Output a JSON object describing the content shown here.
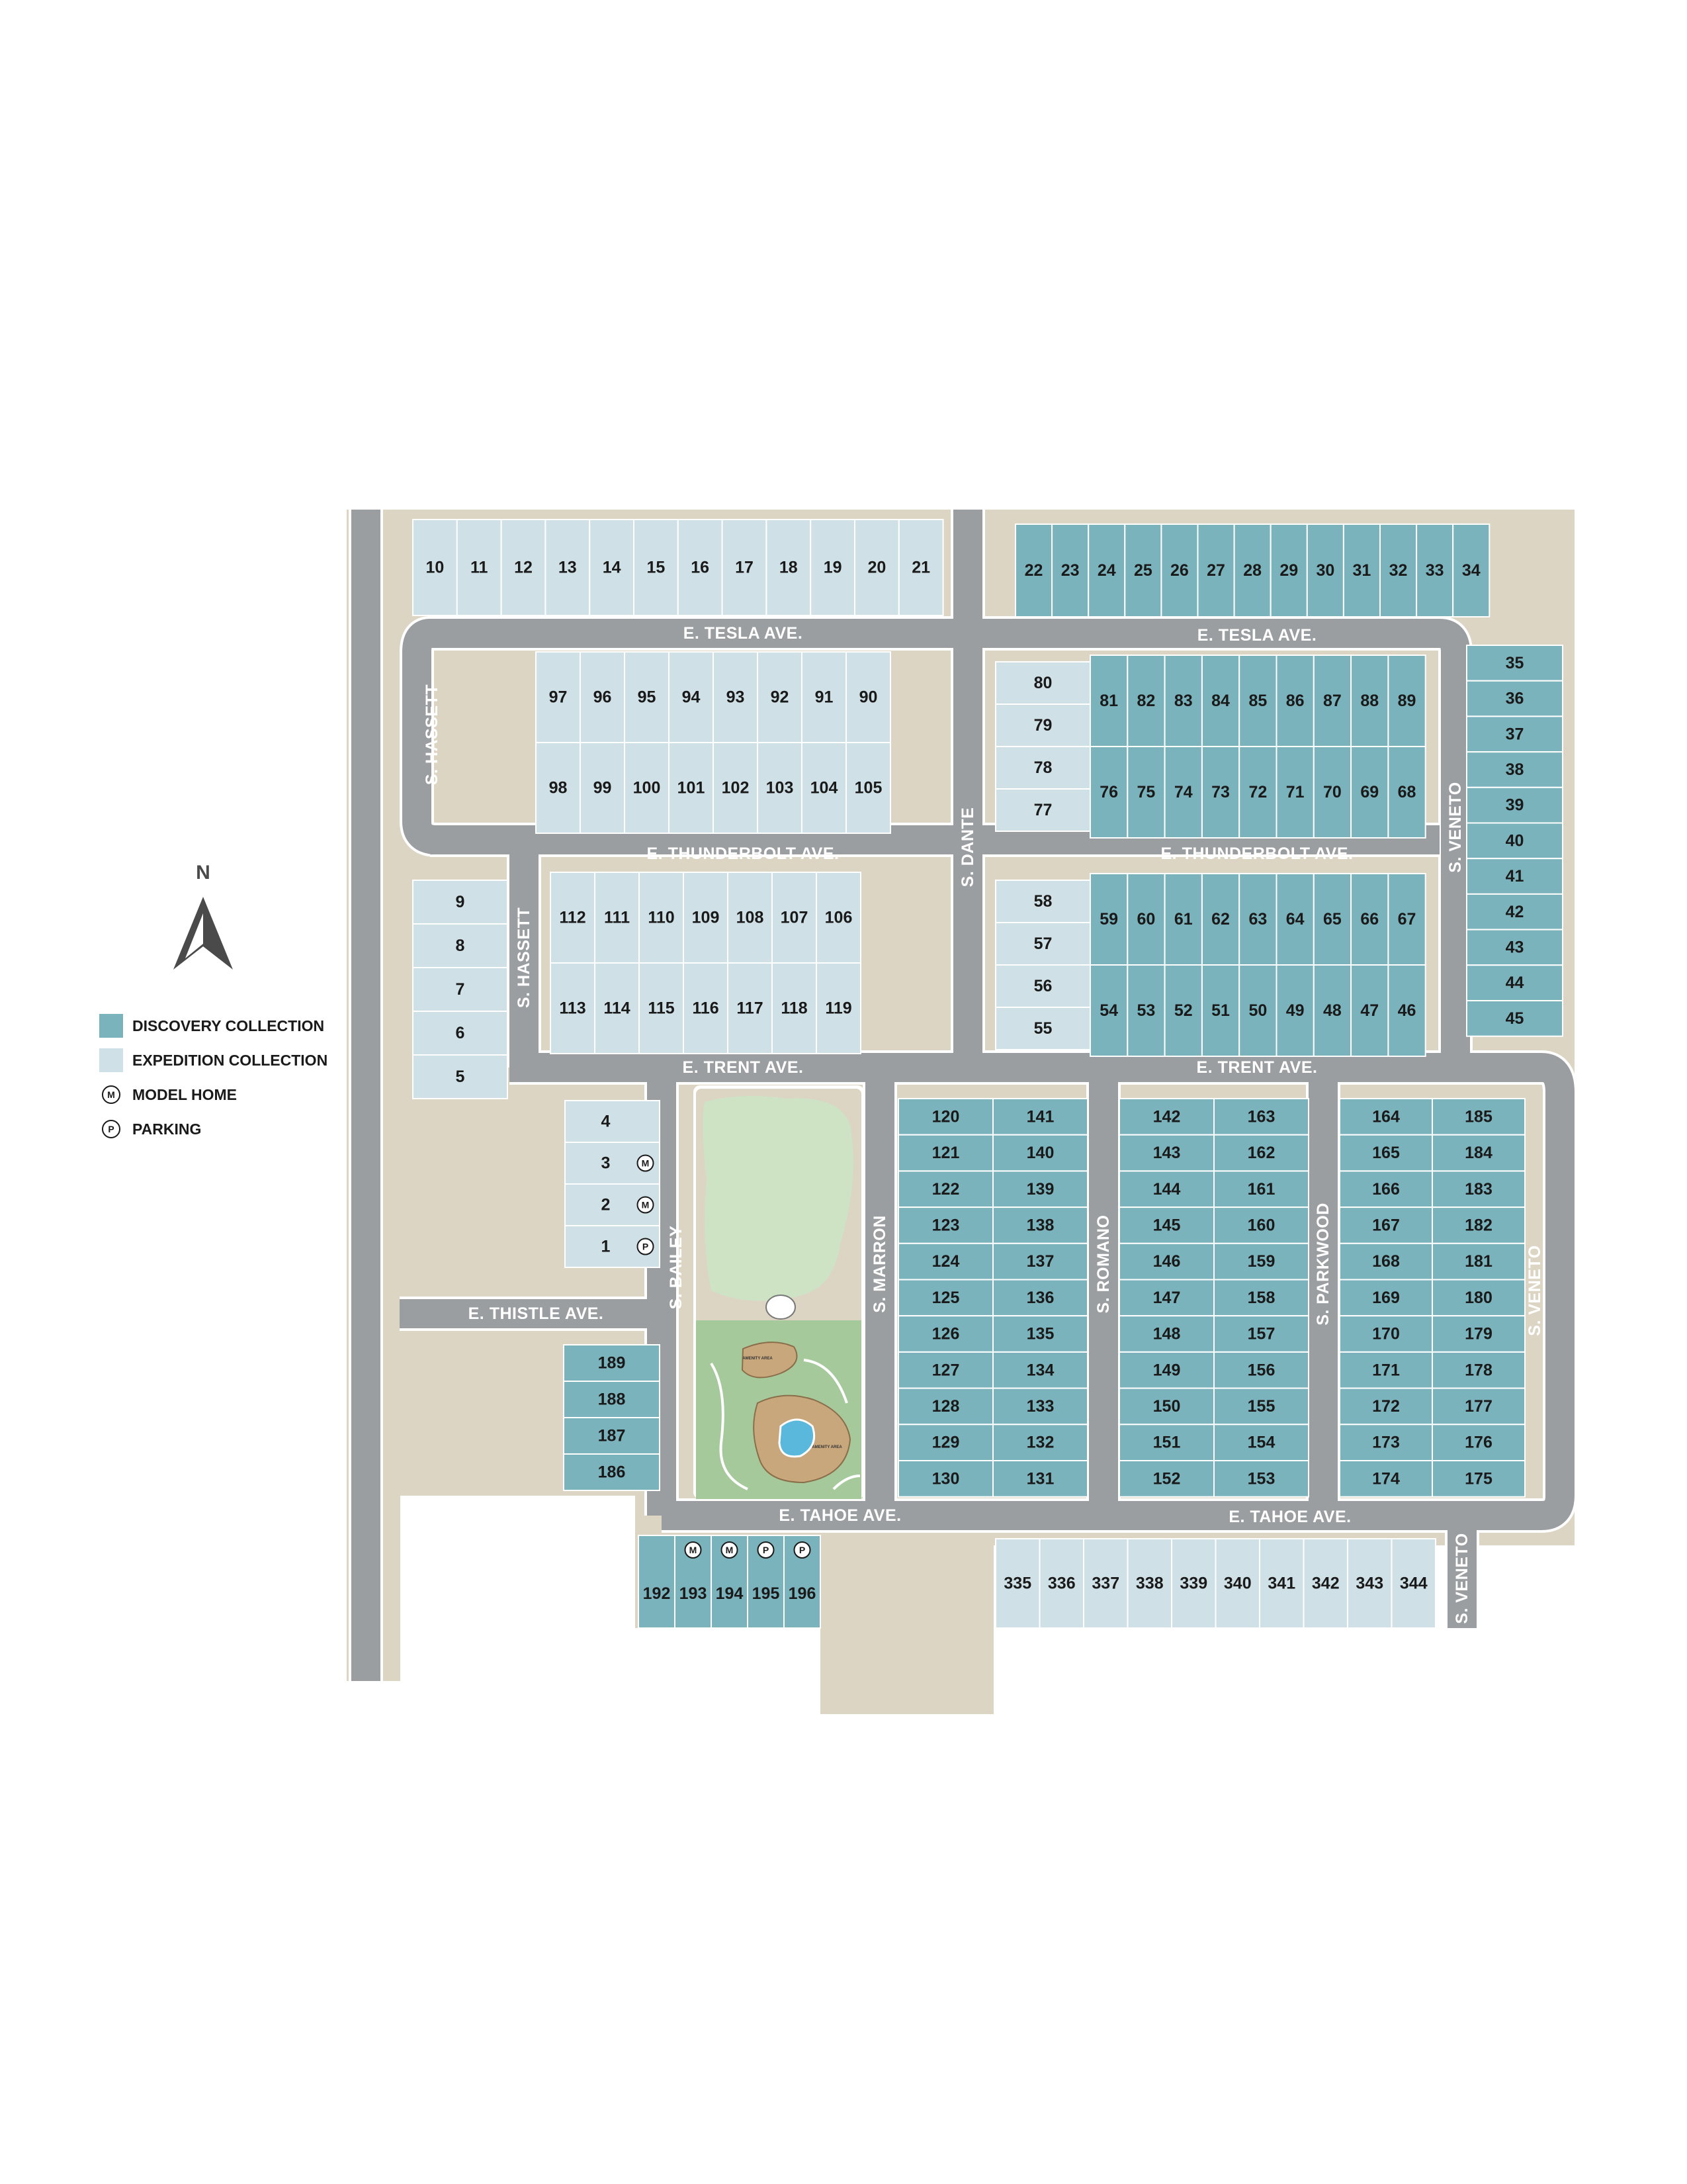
{
  "colors": {
    "discovery": "#7bb3bd",
    "expedition": "#cfe1e6",
    "road": "#9b9ea1",
    "land": "#dcd5c4",
    "park_grass": "#cde3c4",
    "park_green": "#a6c99b",
    "amenity": "#c9a77d",
    "water": "#59b8dc"
  },
  "compass": {
    "north_label": "N"
  },
  "legend": {
    "discovery_label": "DISCOVERY COLLECTION",
    "expedition_label": "EXPEDITION COLLECTION",
    "model_home_label": "MODEL HOME",
    "parking_label": "PARKING",
    "model_home_symbol": "M",
    "parking_symbol": "P"
  },
  "park": {
    "amenity_label": "AMENITY AREA"
  },
  "streets": [
    {
      "name": "E. TESLA AVE.",
      "orient": "h"
    },
    {
      "name": "E. TESLA AVE.",
      "orient": "h"
    },
    {
      "name": "E. THUNDERBOLT AVE.",
      "orient": "h"
    },
    {
      "name": "E. THUNDERBOLT AVE.",
      "orient": "h"
    },
    {
      "name": "E. TRENT AVE.",
      "orient": "h"
    },
    {
      "name": "E. TRENT AVE.",
      "orient": "h"
    },
    {
      "name": "E. THISTLE AVE.",
      "orient": "h"
    },
    {
      "name": "E. TAHOE AVE.",
      "orient": "h"
    },
    {
      "name": "E. TAHOE AVE.",
      "orient": "h"
    },
    {
      "name": "S. HASSETT",
      "orient": "v"
    },
    {
      "name": "S. HASSETT",
      "orient": "v"
    },
    {
      "name": "S. DANTE",
      "orient": "v"
    },
    {
      "name": "S. VENETO",
      "orient": "v"
    },
    {
      "name": "S. VENETO",
      "orient": "v"
    },
    {
      "name": "S. VENETO",
      "orient": "v"
    },
    {
      "name": "S. BAILEY",
      "orient": "v"
    },
    {
      "name": "S. MARRON",
      "orient": "v"
    },
    {
      "name": "S. ROMANO",
      "orient": "v"
    },
    {
      "name": "S. PARKWOOD",
      "orient": "v"
    }
  ],
  "lot_groups": [
    {
      "name": "tesla-north-west",
      "collection": "expedition",
      "lots": [
        "10",
        "11",
        "12",
        "13",
        "14",
        "15",
        "16",
        "17",
        "18",
        "19",
        "20",
        "21"
      ]
    },
    {
      "name": "tesla-north-east",
      "collection": "discovery",
      "lots": [
        "22",
        "23",
        "24",
        "25",
        "26",
        "27",
        "28",
        "29",
        "30",
        "31",
        "32",
        "33",
        "34"
      ]
    },
    {
      "name": "veneto-east",
      "collection": "discovery",
      "lots": [
        "35",
        "36",
        "37",
        "38",
        "39",
        "40",
        "41",
        "42",
        "43",
        "44",
        "45"
      ]
    },
    {
      "name": "thunderbolt-west-north",
      "collection": "expedition",
      "lots": [
        "97",
        "96",
        "95",
        "94",
        "93",
        "92",
        "91",
        "90"
      ]
    },
    {
      "name": "thunderbolt-west-south",
      "collection": "expedition",
      "lots": [
        "98",
        "99",
        "100",
        "101",
        "102",
        "103",
        "104",
        "105"
      ]
    },
    {
      "name": "dante-east-upper",
      "collection": "expedition",
      "lots": [
        "80",
        "79",
        "78",
        "77"
      ]
    },
    {
      "name": "thunderbolt-east-north",
      "collection": "discovery",
      "lots": [
        "81",
        "82",
        "83",
        "84",
        "85",
        "86",
        "87",
        "88",
        "89"
      ]
    },
    {
      "name": "thunderbolt-east-south",
      "collection": "discovery",
      "lots": [
        "76",
        "75",
        "74",
        "73",
        "72",
        "71",
        "70",
        "69",
        "68"
      ]
    },
    {
      "name": "hassett-west",
      "collection": "expedition",
      "lots": [
        "9",
        "8",
        "7",
        "6",
        "5"
      ]
    },
    {
      "name": "trent-west-north",
      "collection": "expedition",
      "lots": [
        "112",
        "111",
        "110",
        "109",
        "108",
        "107",
        "106"
      ]
    },
    {
      "name": "trent-west-south",
      "collection": "expedition",
      "lots": [
        "113",
        "114",
        "115",
        "116",
        "117",
        "118",
        "119"
      ]
    },
    {
      "name": "dante-east-lower",
      "collection": "expedition",
      "lots": [
        "58",
        "57",
        "56",
        "55"
      ]
    },
    {
      "name": "trent-east-north",
      "collection": "discovery",
      "lots": [
        "59",
        "60",
        "61",
        "62",
        "63",
        "64",
        "65",
        "66",
        "67"
      ]
    },
    {
      "name": "trent-east-south",
      "collection": "discovery",
      "lots": [
        "54",
        "53",
        "52",
        "51",
        "50",
        "49",
        "48",
        "47",
        "46"
      ]
    },
    {
      "name": "bailey-west",
      "collection": "expedition",
      "lots": [
        "4",
        "3",
        "2",
        "1"
      ]
    },
    {
      "name": "thistle-south",
      "collection": "discovery",
      "lots": [
        "189",
        "188",
        "187",
        "186"
      ]
    },
    {
      "name": "marron-west-col",
      "collection": "discovery",
      "lots": [
        "120",
        "121",
        "122",
        "123",
        "124",
        "125",
        "126",
        "127",
        "128",
        "129",
        "130"
      ]
    },
    {
      "name": "marron-east-col",
      "collection": "discovery",
      "lots": [
        "141",
        "140",
        "139",
        "138",
        "137",
        "136",
        "135",
        "134",
        "133",
        "132",
        "131"
      ]
    },
    {
      "name": "romano-west-col",
      "collection": "discovery",
      "lots": [
        "142",
        "143",
        "144",
        "145",
        "146",
        "147",
        "148",
        "149",
        "150",
        "151",
        "152"
      ]
    },
    {
      "name": "romano-east-col",
      "collection": "discovery",
      "lots": [
        "163",
        "162",
        "161",
        "160",
        "159",
        "158",
        "157",
        "156",
        "155",
        "154",
        "153"
      ]
    },
    {
      "name": "parkwood-west-col",
      "collection": "discovery",
      "lots": [
        "164",
        "165",
        "166",
        "167",
        "168",
        "169",
        "170",
        "171",
        "172",
        "173",
        "174"
      ]
    },
    {
      "name": "parkwood-east-col",
      "collection": "discovery",
      "lots": [
        "185",
        "184",
        "183",
        "182",
        "181",
        "180",
        "179",
        "178",
        "177",
        "176",
        "175"
      ]
    },
    {
      "name": "tahoe-south-west",
      "collection": "discovery",
      "lots": [
        "192",
        "193",
        "194",
        "195",
        "196"
      ]
    },
    {
      "name": "tahoe-south-east",
      "collection": "expedition",
      "lots": [
        "335",
        "336",
        "337",
        "338",
        "339",
        "340",
        "341",
        "342",
        "343",
        "344"
      ]
    }
  ],
  "markers": [
    {
      "lot": "3",
      "type": "M"
    },
    {
      "lot": "2",
      "type": "M"
    },
    {
      "lot": "1",
      "type": "P"
    },
    {
      "lot": "193",
      "type": "M"
    },
    {
      "lot": "194",
      "type": "M"
    },
    {
      "lot": "195",
      "type": "P"
    },
    {
      "lot": "196",
      "type": "P"
    }
  ]
}
